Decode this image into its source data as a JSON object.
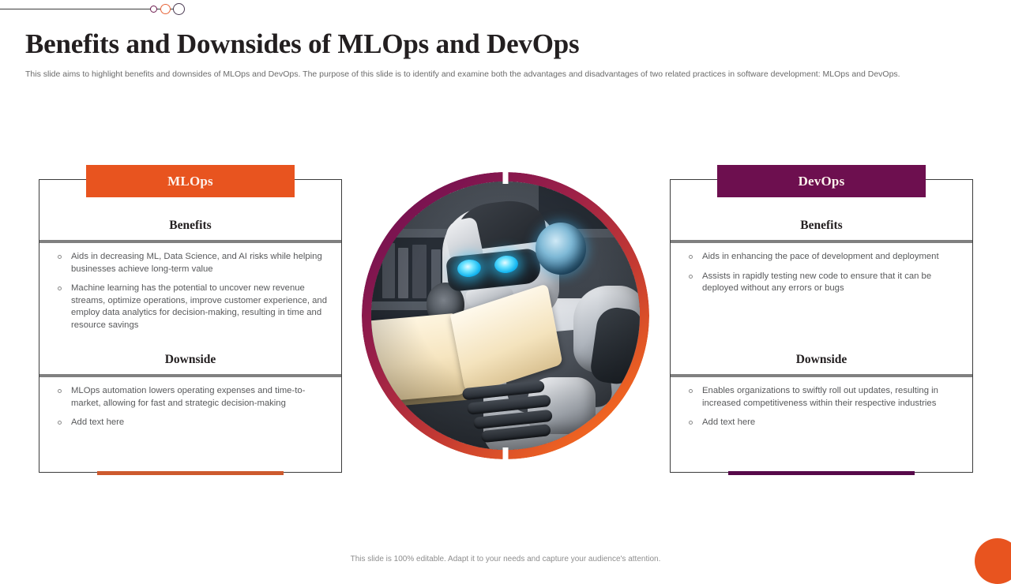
{
  "header": {
    "title": "Benefits and Downsides of MLOps and DevOps",
    "subtitle": "This slide aims to highlight benefits and downsides of MLOps and DevOps. The purpose of this slide is to identify and examine both the advantages and disadvantages of two related practices in software development: MLOps and DevOps."
  },
  "decor": {
    "dot_colors": [
      "#6d1a4f",
      "#e8663a",
      "#4a3a52"
    ],
    "rule_color": "#3d3d3d"
  },
  "panels": [
    {
      "id": "mlops",
      "tab_label": "MLOps",
      "accent_color": "#e8541f",
      "accent_bar_color": "#cd5a2e",
      "benefits_label": "Benefits",
      "benefits": [
        "Aids in decreasing ML, Data Science, and AI risks while helping businesses achieve long-term value",
        "Machine learning has the potential to uncover new revenue streams, optimize operations, improve customer experience, and employ data analytics for decision-making, resulting in time and resource savings"
      ],
      "downside_label": "Downside",
      "downside": [
        "MLOps automation lowers operating expenses and time-to-market, allowing for fast and strategic decision-making",
        "Add text here"
      ]
    },
    {
      "id": "devops",
      "tab_label": "DevOps",
      "accent_color": "#6d0f4f",
      "accent_bar_color": "#57094a",
      "benefits_label": "Benefits",
      "benefits": [
        "Aids in enhancing the pace of development and deployment",
        "Assists in rapidly testing new code to ensure that it can be deployed without any errors or bugs"
      ],
      "downside_label": "Downside",
      "downside": [
        "Enables organizations to swiftly roll out updates, resulting in increased competitiveness within their respective industries",
        "Add text here"
      ]
    }
  ],
  "center_image": {
    "alt": "robot-reading-book-photo",
    "ring_gradient_start": "#6d0f4f",
    "ring_gradient_end": "#f5711c"
  },
  "footer": {
    "note": "This slide is 100% editable. Adapt it to your needs and capture your audience's attention."
  }
}
